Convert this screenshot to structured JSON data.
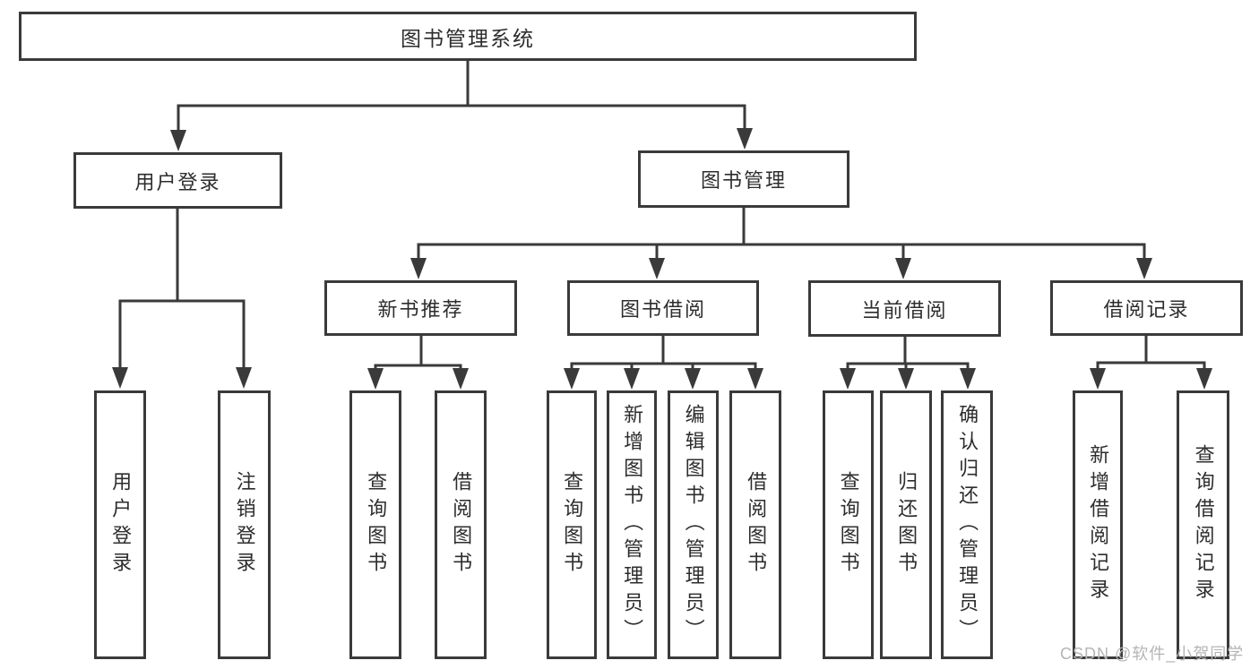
{
  "watermark": "CSDN @软件_小贺同学",
  "colors": {
    "line": "#3a3a3a",
    "box_border": "#3a3a3a",
    "box_background": "#ffffff",
    "text": "#2d2d2d",
    "watermark": "#b5b5b5",
    "page_background": "#ffffff"
  },
  "tree": {
    "label": "图书管理系统",
    "children": [
      {
        "label": "用户登录",
        "children": [
          {
            "label": "用户登录"
          },
          {
            "label": "注销登录"
          }
        ]
      },
      {
        "label": "图书管理",
        "children": [
          {
            "label": "新书推荐",
            "children": [
              {
                "label": "查询图书"
              },
              {
                "label": "借阅图书"
              }
            ]
          },
          {
            "label": "图书借阅",
            "children": [
              {
                "label": "查询图书"
              },
              {
                "label": "新增图书（管理员）"
              },
              {
                "label": "编辑图书（管理员）"
              },
              {
                "label": "借阅图书"
              }
            ]
          },
          {
            "label": "当前借阅",
            "children": [
              {
                "label": "查询图书"
              },
              {
                "label": "归还图书"
              },
              {
                "label": "确认归还（管理员）"
              }
            ]
          },
          {
            "label": "借阅记录",
            "children": [
              {
                "label": "新增借阅记录"
              },
              {
                "label": "查询借阅记录"
              }
            ]
          }
        ]
      }
    ]
  }
}
